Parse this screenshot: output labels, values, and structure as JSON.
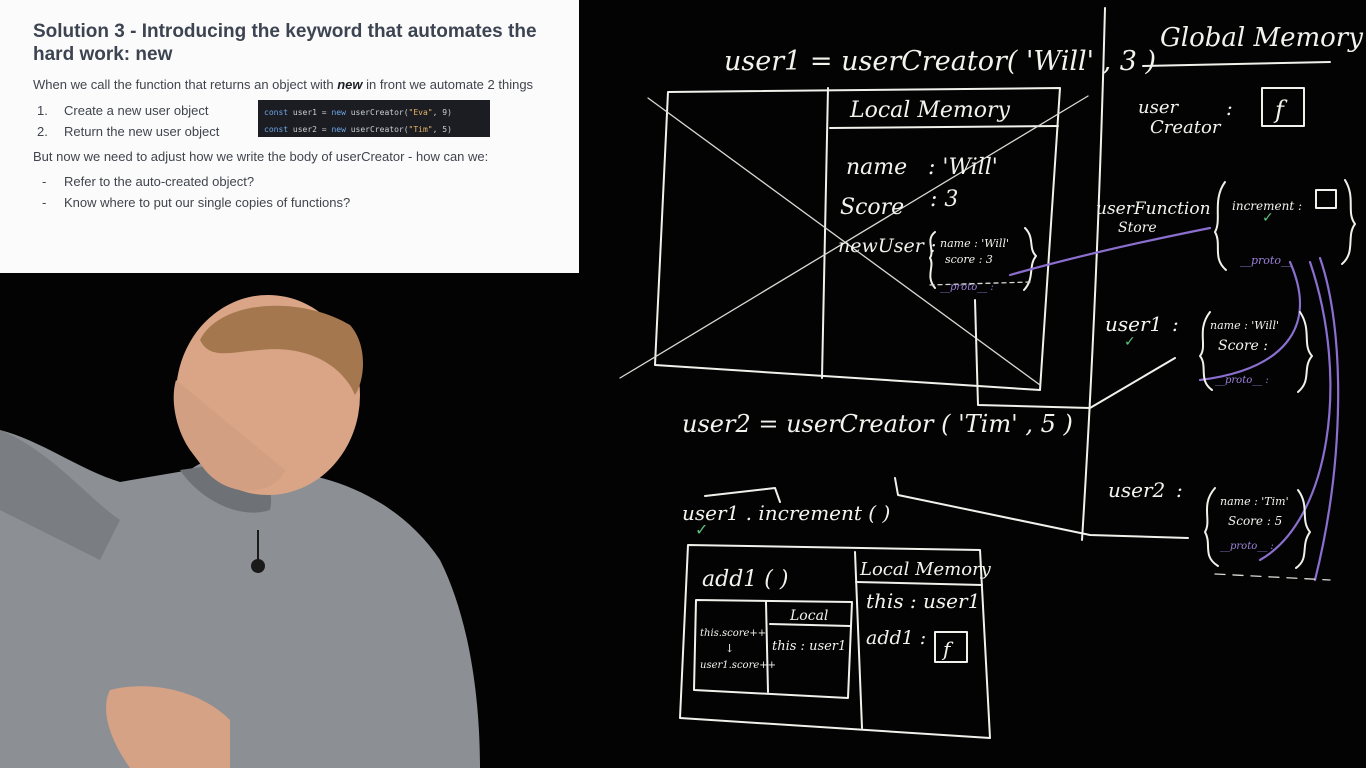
{
  "slide": {
    "title": "Solution 3 - Introducing the keyword that automates the hard work: new",
    "intro_before": "When we call the function that returns an object with ",
    "intro_keyword": "new",
    "intro_after": " in front we automate 2 things",
    "steps": [
      {
        "num": "1.",
        "text": "Create a new user object"
      },
      {
        "num": "2.",
        "text": "Return the new user object"
      }
    ],
    "code_lines": [
      {
        "kw1": "const",
        "ident": " user1 = ",
        "kw2": "new",
        "call": " userCreator(",
        "arg": "\"Eva\"",
        "rest": ", 9)"
      },
      {
        "kw1": "const",
        "ident": " user2 = ",
        "kw2": "new",
        "call": " userCreator(",
        "arg": "\"Tim\"",
        "rest": ", 5)"
      }
    ],
    "question": "But now we need to adjust how we write the body of userCreator - how can we:",
    "bullets": [
      {
        "dash": "-",
        "text": "Refer to the auto-created object?"
      },
      {
        "dash": "-",
        "text": "Know where to put our single copies of functions?"
      }
    ]
  },
  "board": {
    "line1": "user1  =  userCreator( 'Will' ,  3 )",
    "global_memory": "Global Memory",
    "local_memory": "Local Memory",
    "local_name_key": "name",
    "local_name_val": ": 'Will'",
    "local_score_key": "Score",
    "local_score_val": ":  3",
    "local_newuser": "newUser :",
    "obj_name": "name : 'Will'",
    "obj_score": "score : 3",
    "obj_proto": "__proto__ : ",
    "user_creator": "user",
    "user_creator2": "Creator",
    "colon": ":",
    "f": "f",
    "user_function_store": "userFunction",
    "store": "Store",
    "increment": "increment :",
    "proto": "__proto__",
    "user1_label": "user1",
    "u1_name": "name : 'Will'",
    "u1_score": "Score : ",
    "u1_proto": "__proto__ :",
    "line2": "user2  =  userCreator  ( 'Tim' ,  5 )",
    "user2_label": "user2",
    "u2_name": "name : 'Tim'",
    "u2_score": "Score : 5",
    "u2_proto": "__proto__ :",
    "line3": "user1 . increment  ( )",
    "add1_call": "add1 (     )",
    "local": "Local",
    "this_score": "this.score++",
    "arrow_down": "↓",
    "user1_score": "user1.score++",
    "this_user1_small": "this : user1",
    "local_memory2": "Local Memory",
    "this_user1": "this : user1",
    "add1_f": "add1 :",
    "check": "✓"
  }
}
